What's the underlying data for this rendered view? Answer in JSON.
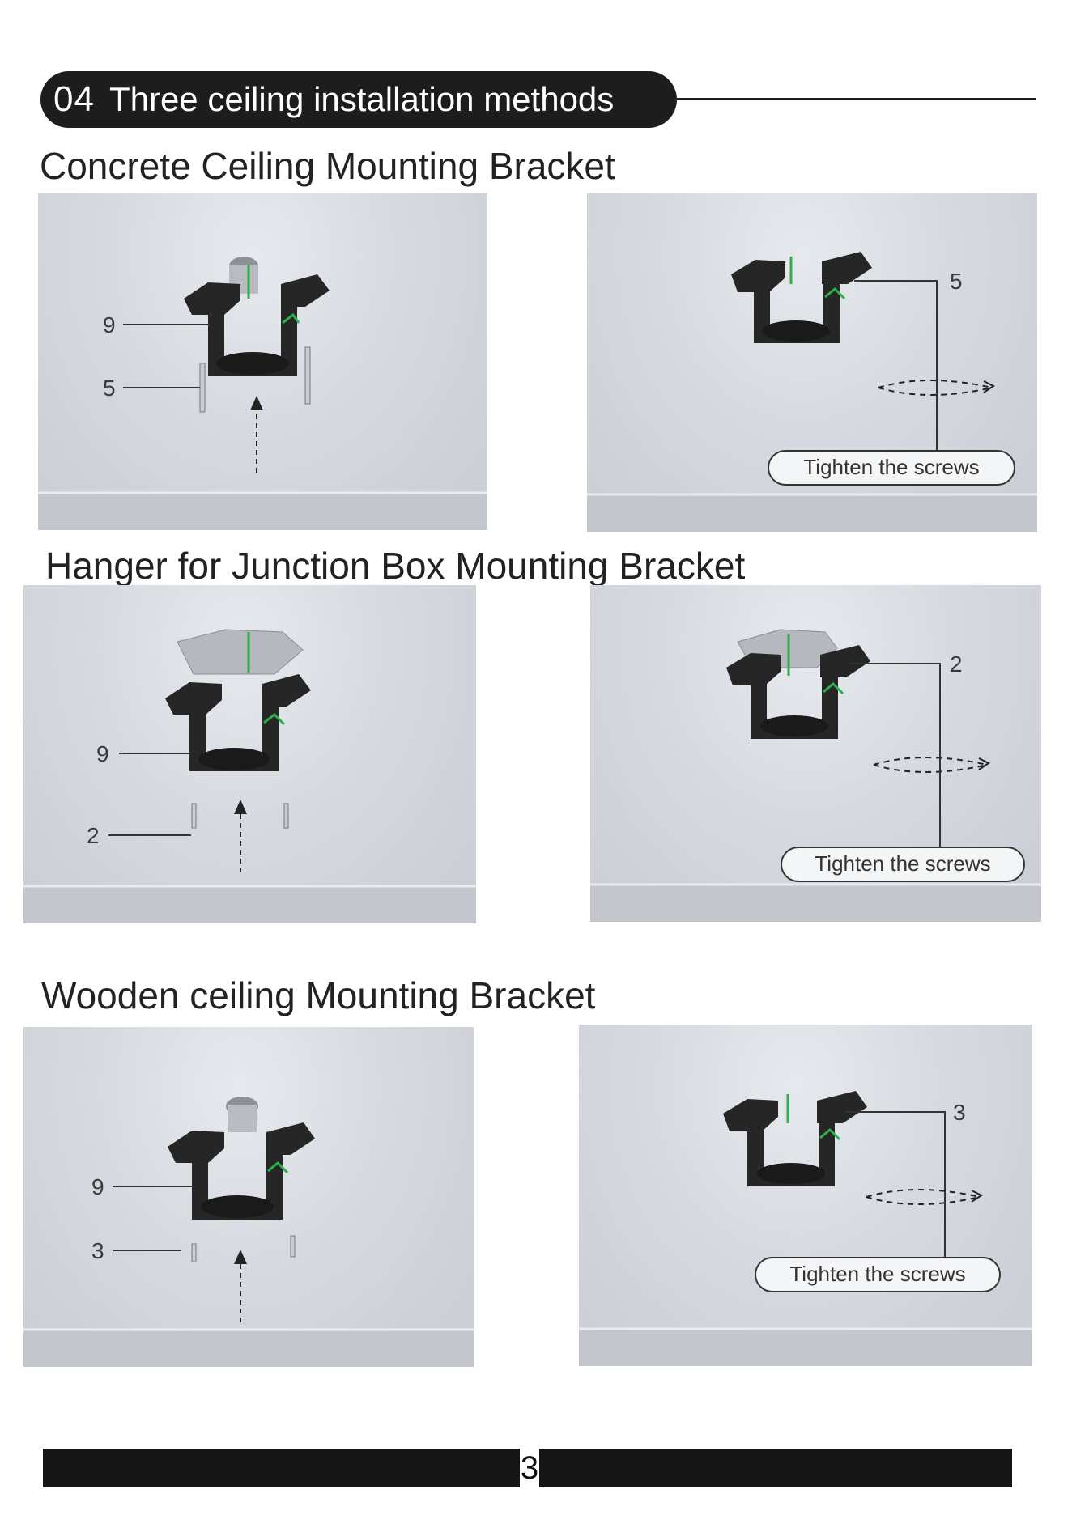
{
  "header": {
    "number": "04",
    "title": "Three ceiling installation methods"
  },
  "sections": [
    {
      "title": "Concrete Ceiling Mounting Bracket",
      "left_labels": [
        "9",
        "5"
      ],
      "right_label": "5",
      "callout": "Tighten the screws"
    },
    {
      "title": "Hanger for Junction Box Mounting Bracket",
      "left_labels": [
        "9",
        "2"
      ],
      "right_label": "2",
      "callout": "Tighten the screws"
    },
    {
      "title": "Wooden ceiling Mounting Bracket",
      "left_labels": [
        "9",
        "3"
      ],
      "right_label": "3",
      "callout": "Tighten the screws"
    }
  ],
  "footer": {
    "page_number": "3"
  },
  "colors": {
    "bracket": "#262626",
    "accent_green": "#2fae4a",
    "ceiling": "#d3d7dd",
    "dark_bar": "#1d1d1d"
  }
}
